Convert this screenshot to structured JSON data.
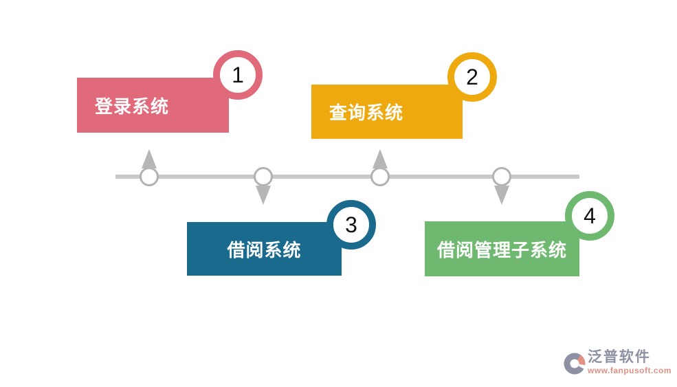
{
  "diagram": {
    "steps": [
      {
        "number": "1",
        "label": "登录系统",
        "color": "#e0697a",
        "side": "top"
      },
      {
        "number": "2",
        "label": "查询系统",
        "color": "#eda90e",
        "side": "top"
      },
      {
        "number": "3",
        "label": "借阅系统",
        "color": "#1a6a8e",
        "side": "bottom"
      },
      {
        "number": "4",
        "label": "借阅管理子系统",
        "color": "#6eb96f",
        "side": "bottom"
      }
    ],
    "timeline": {
      "line_color": "#c9c9c9",
      "node_fill": "#ffffff",
      "node_stroke": "#b2b2b2",
      "arrow_color": "#b6b6b6"
    }
  },
  "watermark": {
    "brand": "泛普软件",
    "url": "www.fanpusoft.com",
    "brand_color": "#8d91a3",
    "url_color": "#e09183"
  }
}
